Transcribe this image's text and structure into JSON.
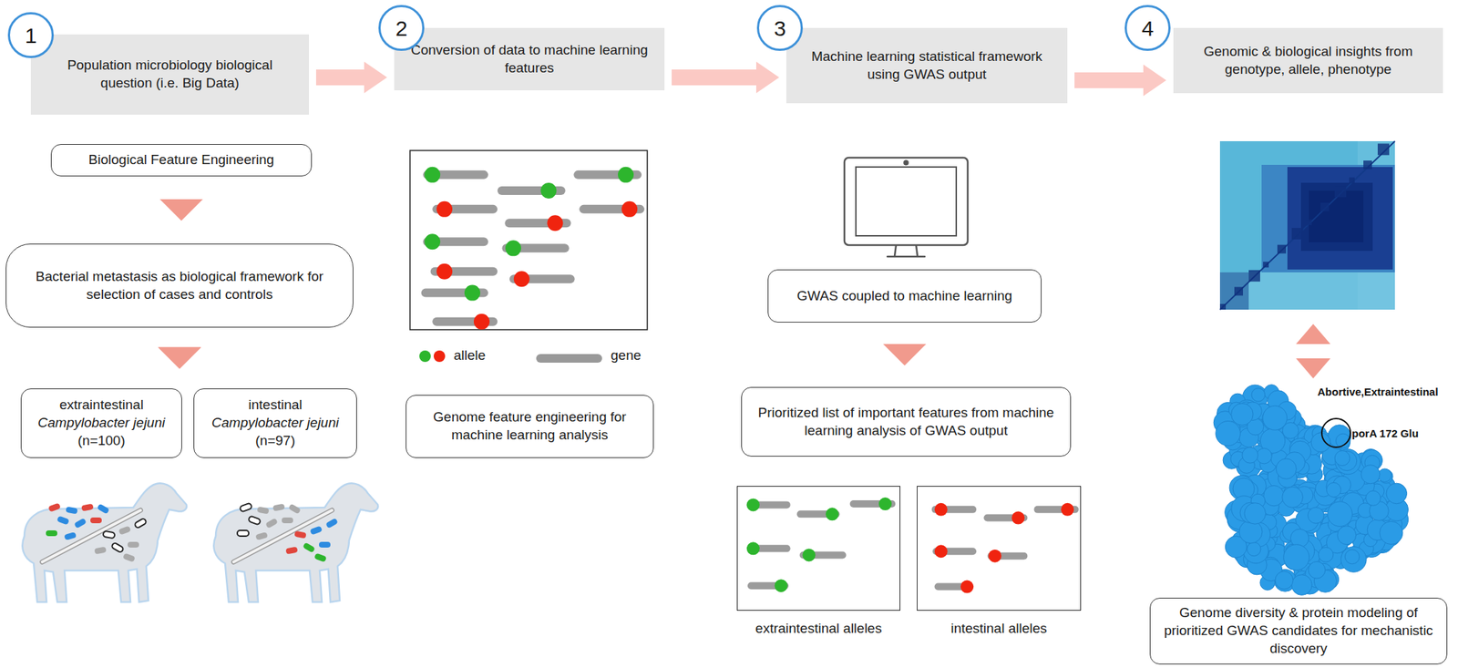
{
  "diagram": {
    "nodes": [
      {
        "text": [
          "1"
        ]
      },
      {
        "text": [
          "Population microbiology biological question (i.e. Big Data)"
        ]
      },
      {
        "text": [
          "Biological Feature Engineering"
        ]
      },
      {
        "text": [
          "Bacterial metastasis as biological framework for selection of cases and controls"
        ]
      },
      {
        "text": [
          "extraintestinal",
          "Campylobacter jejuni",
          "(n=100)"
        ]
      },
      {
        "text": [
          "intestinal",
          "Campylobacter jejuni",
          "(n=97)"
        ]
      },
      {
        "text": [
          "2"
        ]
      },
      {
        "text": [
          "Conversion of data to machine learning features"
        ]
      },
      {
        "text": [
          "Genome feature engineering for machine learning analysis"
        ]
      },
      {
        "text": [
          "3"
        ]
      },
      {
        "text": [
          "Machine learning statistical framework using GWAS output"
        ]
      },
      {
        "text": [
          "GWAS coupled to machine learning"
        ]
      },
      {
        "text": [
          "Prioritized list of important features from machine learning analysis of GWAS output"
        ]
      },
      {
        "text": [
          "extraintestinal alleles"
        ]
      },
      {
        "text": [
          "intestinal alleles"
        ]
      },
      {
        "text": [
          "4"
        ]
      },
      {
        "text": [
          "Genomic & biological insights from genotype, allele, phenotype"
        ]
      },
      {
        "text": [
          "Genome diversity & protein modeling of prioritized GWAS candidates for mechanistic discovery"
        ]
      }
    ],
    "edges": [
      {
        "from": 1,
        "to": 7,
        "arrow": "to"
      },
      {
        "from": 7,
        "to": 10,
        "arrow": "to"
      },
      {
        "from": 10,
        "to": 16,
        "arrow": "to"
      },
      {
        "from": 2,
        "to": 3,
        "arrow": "to"
      },
      {
        "from": 3,
        "to": 4,
        "arrow": "to"
      },
      {
        "from": 3,
        "to": 5,
        "arrow": "to"
      },
      {
        "from": 11,
        "to": 12,
        "arrow": "to"
      }
    ],
    "labels": [
      "Abortive,Extraintestinal",
      "porA 172 Glu"
    ],
    "legend": [
      {
        "text": "allele"
      },
      {
        "text": "gene"
      }
    ]
  }
}
